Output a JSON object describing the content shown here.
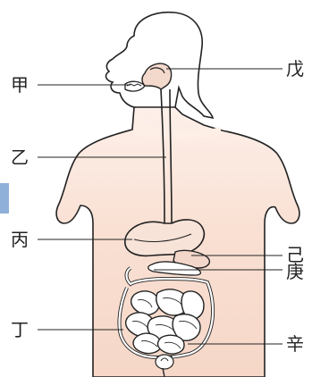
{
  "labels": {
    "jia": "甲",
    "yi": "乙",
    "bing": "丙",
    "ding": "丁",
    "wu": "戊",
    "ji": "己",
    "geng": "庚",
    "xin": "辛"
  },
  "colors": {
    "skin": "#f8ddd0",
    "skin_light": "#fcebe2",
    "organ": "#ffffff",
    "stroke": "#222222",
    "side_tab": "#8fb0d8"
  }
}
